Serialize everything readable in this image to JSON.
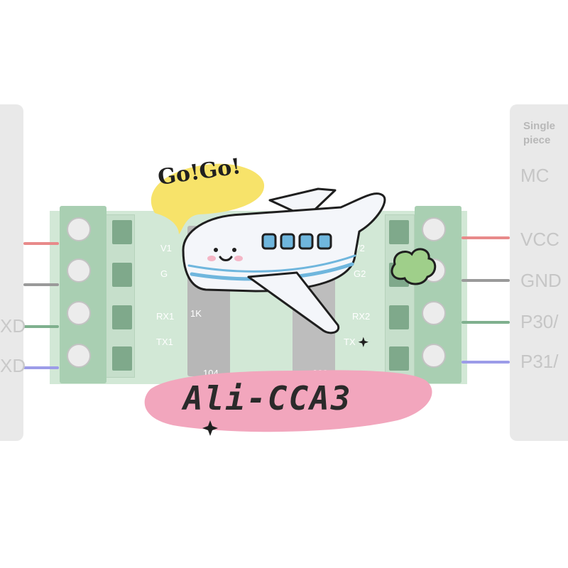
{
  "left_panel": {
    "labels": [
      "XD",
      "XD"
    ],
    "wire_colors": [
      "#e88a8a",
      "#9a9a9a",
      "#7fb08e",
      "#9c9ce8"
    ]
  },
  "right_panel": {
    "title_line1": "Single",
    "title_line2": "piece",
    "heading": "MC",
    "pins": [
      "VCC",
      "GND",
      "P30/",
      "P31/"
    ],
    "wire_colors": [
      "#e88a8a",
      "#9a9a9a",
      "#7fb08e",
      "#9c9ce8"
    ]
  },
  "board": {
    "silkscreen": [
      "V1",
      "G",
      "RX1",
      "TX1",
      "1K",
      "104",
      "V2",
      "G2",
      "RX2",
      "TX",
      "220"
    ]
  },
  "sticker": {
    "exclaim": "Go!Go!",
    "banner": "Ali-CCA3",
    "banner_color": "#f2a6bd",
    "bubble_color": "#f7e36a",
    "plane_body_color": "#f4f6fa",
    "stripe_color": "#6fb6dd",
    "icons": [
      "airplane-icon",
      "puff-cloud-icon",
      "sparkle-icon"
    ]
  }
}
